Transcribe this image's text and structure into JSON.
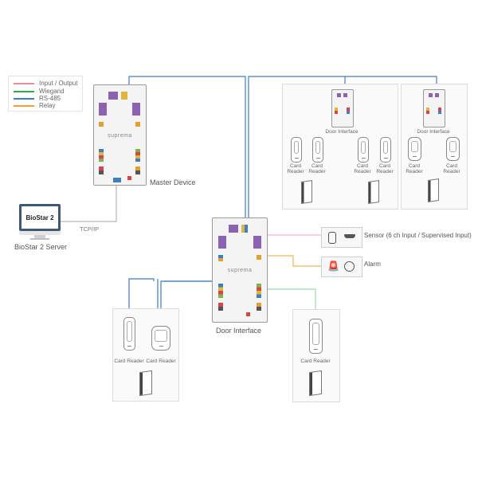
{
  "legend": {
    "items": [
      {
        "label": "Input / Output",
        "color": "#f08a9a"
      },
      {
        "label": "Wiegand",
        "color": "#2fa84f"
      },
      {
        "label": "RS-485",
        "color": "#3d7fc1"
      },
      {
        "label": "Relay",
        "color": "#f2a12e"
      }
    ]
  },
  "server": {
    "screen_text": "BioStar 2",
    "label": "BioStar 2 Server",
    "link_label": "TCP/IP"
  },
  "master": {
    "label": "Master Device",
    "brand": "suprema"
  },
  "door_interface_main": {
    "label": "Door Interface",
    "brand": "suprema"
  },
  "peripherals": {
    "sensor_label": "Sensor (6 ch Input / Supervised Input)",
    "alarm_label": "Alarm"
  },
  "remote_group_a": {
    "title": "Door Interface",
    "readers": [
      "Card Reader",
      "Card Reader",
      "Card Reader",
      "Card Reader"
    ]
  },
  "remote_group_b": {
    "title": "Door Interface",
    "readers": [
      "Card Reader",
      "Card Reader"
    ]
  },
  "lower_left_group": {
    "readers": [
      "Card Reader",
      "Card Reader"
    ]
  },
  "lower_right_group": {
    "readers": [
      "Card Reader"
    ]
  }
}
